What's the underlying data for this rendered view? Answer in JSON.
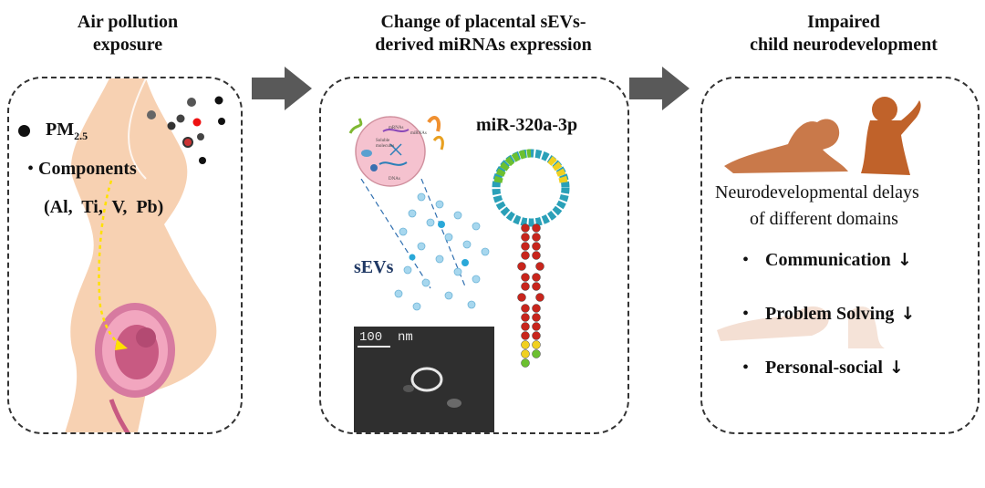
{
  "panels": [
    {
      "title_line1": "Air pollution",
      "title_line2": "exposure",
      "pm_label": "PM",
      "pm_subscript": "2.5",
      "components_bullet": "•",
      "components_label": "Components",
      "metals": "(Al,  Ti,  V,  Pb)"
    },
    {
      "title_line1": "Change of placental sEVs-",
      "title_line2": "derived miRNAs expression",
      "mirna_label": "miR-320a-3p",
      "sevs_label": "sEVs",
      "scale_bar_label": "100  nm",
      "diagram_labels": [
        "Soluble",
        "molecules",
        "DNAs",
        "mRNAs",
        "miRNAs"
      ]
    },
    {
      "title_line1": "Impaired",
      "title_line2": "child neurodevelopment",
      "delay_line1": "Neurodevelopmental delays",
      "delay_line2": "of different domains",
      "domains": [
        {
          "bullet": "•",
          "label": "Communication",
          "arrow": "↓"
        },
        {
          "bullet": "•",
          "label": "Problem Solving",
          "arrow": "↓"
        },
        {
          "bullet": "•",
          "label": "Personal-social",
          "arrow": "↓"
        }
      ]
    }
  ],
  "colors": {
    "arrow": "#595959",
    "sevs_text": "#1f3864",
    "skin": "#f6c9a4",
    "silhouette": "#c0622a",
    "vesicle": "#9fd3ea",
    "fetus_path": "#ffe100"
  }
}
